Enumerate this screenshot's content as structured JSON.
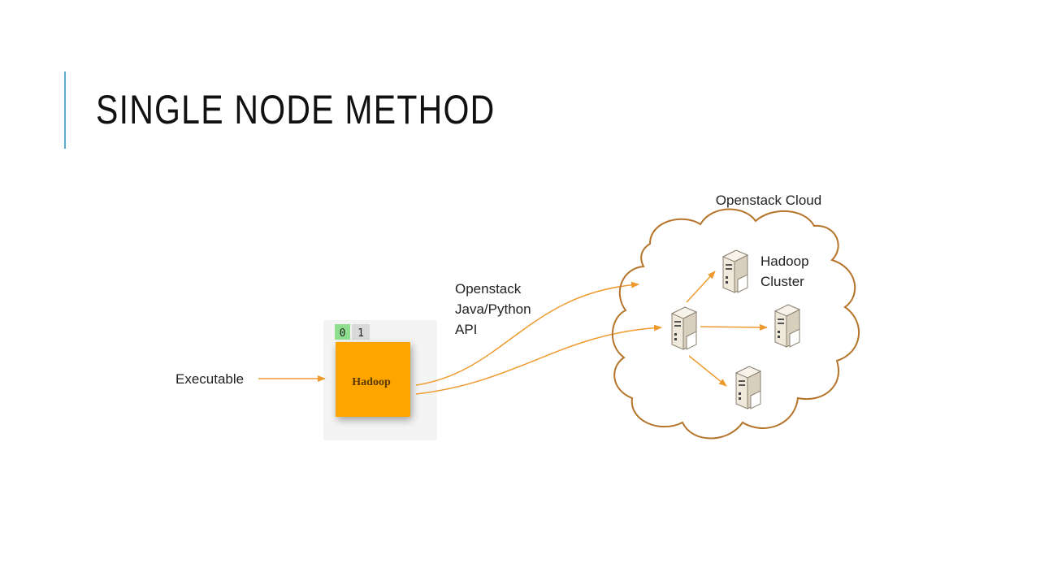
{
  "slide": {
    "title": "SINGLE NODE METHOD"
  },
  "diagram": {
    "input_label": "Executable",
    "node_label": "Hadoop",
    "node_tabs": [
      "0",
      "1"
    ],
    "api_label_lines": [
      "Openstack",
      "Java/Python",
      "API"
    ],
    "cloud_label": "Openstack Cloud",
    "cluster_label_lines": [
      "Hadoop",
      "Cluster"
    ]
  },
  "colors": {
    "accent": "#5aa9d6",
    "node": "#ffa500",
    "arrow": "#ef9a2e",
    "cloud": "#b5742a",
    "tab_active": "#8fdf8f",
    "tab_inactive": "#d9d9d9"
  }
}
